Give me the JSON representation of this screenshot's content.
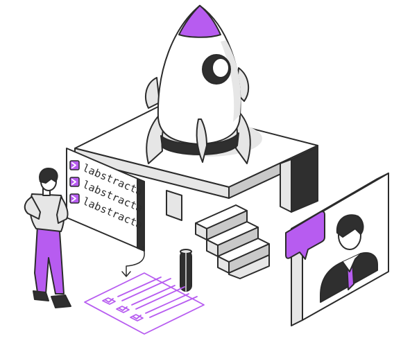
{
  "brand": {
    "lines": [
      "labstracta",
      "labstracta",
      "labstracta"
    ]
  },
  "colors": {
    "accent": "#b75cf0",
    "ink": "#2b2b2b",
    "light_gray": "#e6e6e6",
    "mid_gray": "#c9c9c9",
    "dark": "#2f2f2f",
    "white": "#ffffff"
  },
  "icons": {
    "rocket": "rocket-icon",
    "person": "person-icon",
    "avatar": "avatar-icon",
    "chat": "chat-bubble-icon",
    "checklist": "checklist-icon",
    "terminal": "terminal-prompt-icon"
  }
}
